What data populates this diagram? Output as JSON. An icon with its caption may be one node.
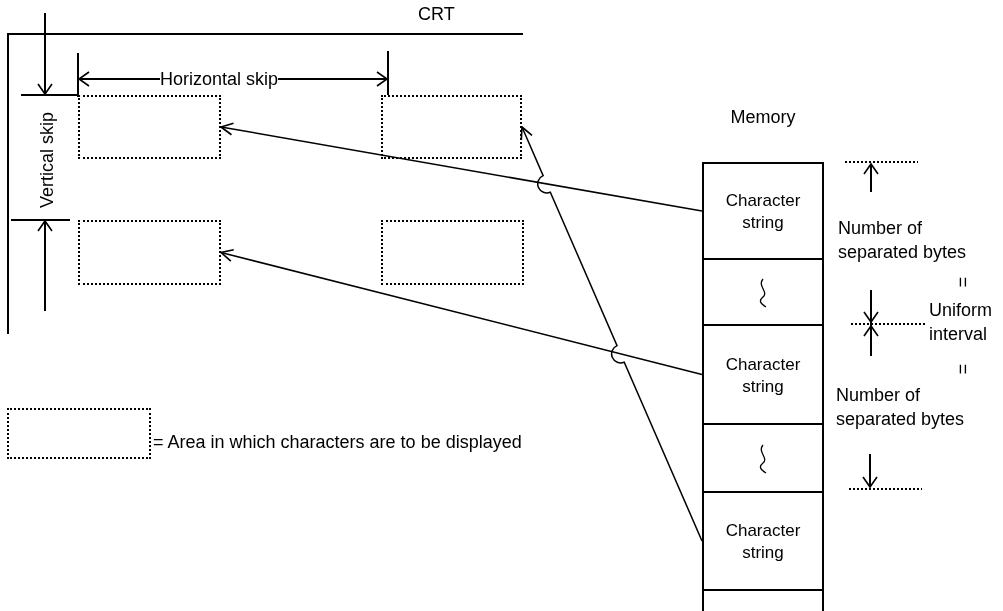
{
  "diagram": {
    "nodes": [
      {
        "text": [
          "CRT"
        ]
      },
      {
        "text": [],
        "shape": "box",
        "in": 0
      },
      {
        "text": [],
        "shape": "box",
        "in": 0
      },
      {
        "text": [],
        "shape": "box",
        "in": 0
      },
      {
        "text": [],
        "shape": "box",
        "in": 0
      },
      {
        "text": [
          "Memory"
        ]
      },
      {
        "text": [
          "Character string"
        ],
        "in": 5
      },
      {
        "text": [],
        "shape": "box",
        "in": 5
      },
      {
        "text": [
          "Character string"
        ],
        "in": 5
      },
      {
        "text": [],
        "shape": "box",
        "in": 5
      },
      {
        "text": [
          "Character string"
        ],
        "in": 5
      },
      {
        "text": [],
        "shape": "box",
        "in": 5
      }
    ],
    "edges": [
      {
        "from": 6,
        "to": 1,
        "arrow": "to"
      },
      {
        "from": 8,
        "to": 3,
        "arrow": "to"
      },
      {
        "from": 10,
        "to": 2,
        "arrow": "to"
      }
    ],
    "labels": [
      "Horizontal skip",
      "Vertical skip",
      "Number of separated bytes",
      "=",
      "Uniform interval",
      "=",
      "Number of separated bytes"
    ],
    "legend": [
      {
        "text": "= Area in which characters are to be displayed"
      }
    ]
  }
}
